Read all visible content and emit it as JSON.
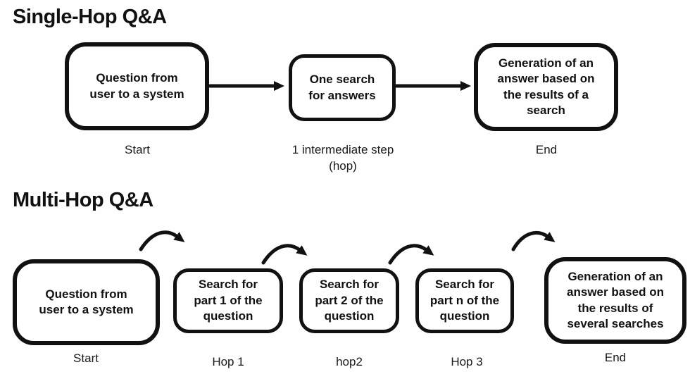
{
  "colors": {
    "ink": "#111111",
    "background": "#ffffff"
  },
  "sections": [
    {
      "title": "Single-Hop Q&A",
      "boxes": [
        {
          "text": "Question from user to a system",
          "label": "Start"
        },
        {
          "text": "One search for answers",
          "label": "1 intermediate step\n(hop)"
        },
        {
          "text": "Generation of an answer based on the results of a search",
          "label": "End"
        }
      ]
    },
    {
      "title": "Multi-Hop Q&A",
      "boxes": [
        {
          "text": "Question from user to a system",
          "label": "Start"
        },
        {
          "text": "Search for part 1 of the question",
          "label": "Hop 1"
        },
        {
          "text": "Search for part 2 of the question",
          "label": "hop2"
        },
        {
          "text": "Search for part n of the question",
          "label": "Hop 3"
        },
        {
          "text": "Generation of an answer based on the results of several searches",
          "label": "End"
        }
      ]
    }
  ]
}
